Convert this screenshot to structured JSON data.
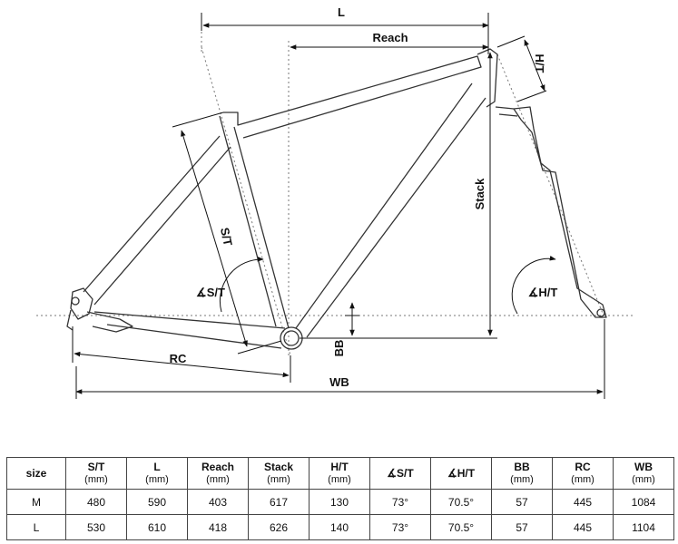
{
  "labels": {
    "L": "L",
    "Reach": "Reach",
    "HT": "H/T",
    "Stack": "Stack",
    "ST": "S/T",
    "angle_ST": "∡S/T",
    "angle_HT": "∡H/T",
    "BB": "BB",
    "RC": "RC",
    "WB": "WB"
  },
  "table": {
    "columns": [
      {
        "name": "size",
        "unit": ""
      },
      {
        "name": "S/T",
        "unit": "(mm)"
      },
      {
        "name": "L",
        "unit": "(mm)"
      },
      {
        "name": "Reach",
        "unit": "(mm)"
      },
      {
        "name": "Stack",
        "unit": "(mm)"
      },
      {
        "name": "H/T",
        "unit": "(mm)"
      },
      {
        "name": "∡S/T",
        "unit": ""
      },
      {
        "name": "∡H/T",
        "unit": ""
      },
      {
        "name": "BB",
        "unit": "(mm)"
      },
      {
        "name": "RC",
        "unit": "(mm)"
      },
      {
        "name": "WB",
        "unit": "(mm)"
      }
    ],
    "rows": [
      [
        "M",
        "480",
        "590",
        "403",
        "617",
        "130",
        "73°",
        "70.5°",
        "57",
        "445",
        "1084"
      ],
      [
        "L",
        "530",
        "610",
        "418",
        "626",
        "140",
        "73°",
        "70.5°",
        "57",
        "445",
        "1104"
      ]
    ]
  }
}
